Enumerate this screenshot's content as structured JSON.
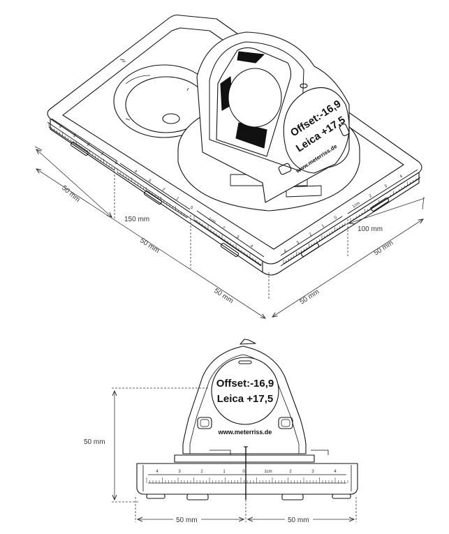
{
  "top_view": {
    "label_offset": "Offset:-16,9",
    "label_leica": "Leica +17,5",
    "url": "www.meterriss.de",
    "scale_left_ticks": [
      "4",
      "3",
      "2",
      "1",
      "0"
    ],
    "scale_mid_ticks": [
      "4",
      "3",
      "2",
      "1",
      "0"
    ],
    "scale_front_ticks": [
      "1cm",
      "2",
      "3",
      "4"
    ],
    "scale_right_front_ticks": [
      "4",
      "3",
      "2",
      "1",
      "0"
    ],
    "scale_right_ticks": [
      "1cm",
      "2",
      "3",
      "4"
    ],
    "dims": {
      "left_50": "50 mm",
      "d_150": "150 mm",
      "front_50_a": "50 mm",
      "front_50_b": "50 mm",
      "right_100": "100 mm",
      "right_50_a": "50 mm",
      "right_50_b": "50 mm"
    }
  },
  "front_view": {
    "label_offset": "Offset:-16,9",
    "label_leica": "Leica +17,5",
    "url": "www.meterriss.de",
    "scale_left_ticks": [
      "4",
      "3",
      "2",
      "1",
      "0"
    ],
    "scale_right_ticks": [
      "1cm",
      "2",
      "3",
      "4"
    ],
    "dims": {
      "height": "50 mm",
      "bottom_left": "50 mm",
      "bottom_right": "50 mm"
    }
  }
}
